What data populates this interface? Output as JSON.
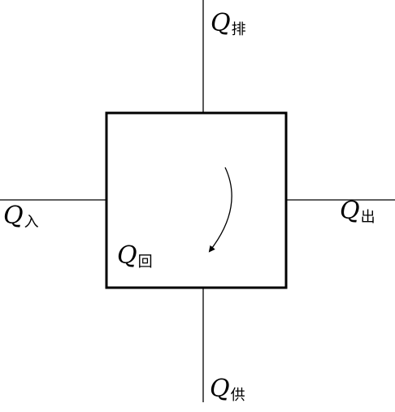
{
  "labels": {
    "top": {
      "symbol": "Q",
      "subscript": "排"
    },
    "left": {
      "symbol": "Q",
      "subscript": "入"
    },
    "right": {
      "symbol": "Q",
      "subscript": "出"
    },
    "center": {
      "symbol": "Q",
      "subscript": "回"
    },
    "bottom": {
      "symbol": "Q",
      "subscript": "供"
    }
  }
}
